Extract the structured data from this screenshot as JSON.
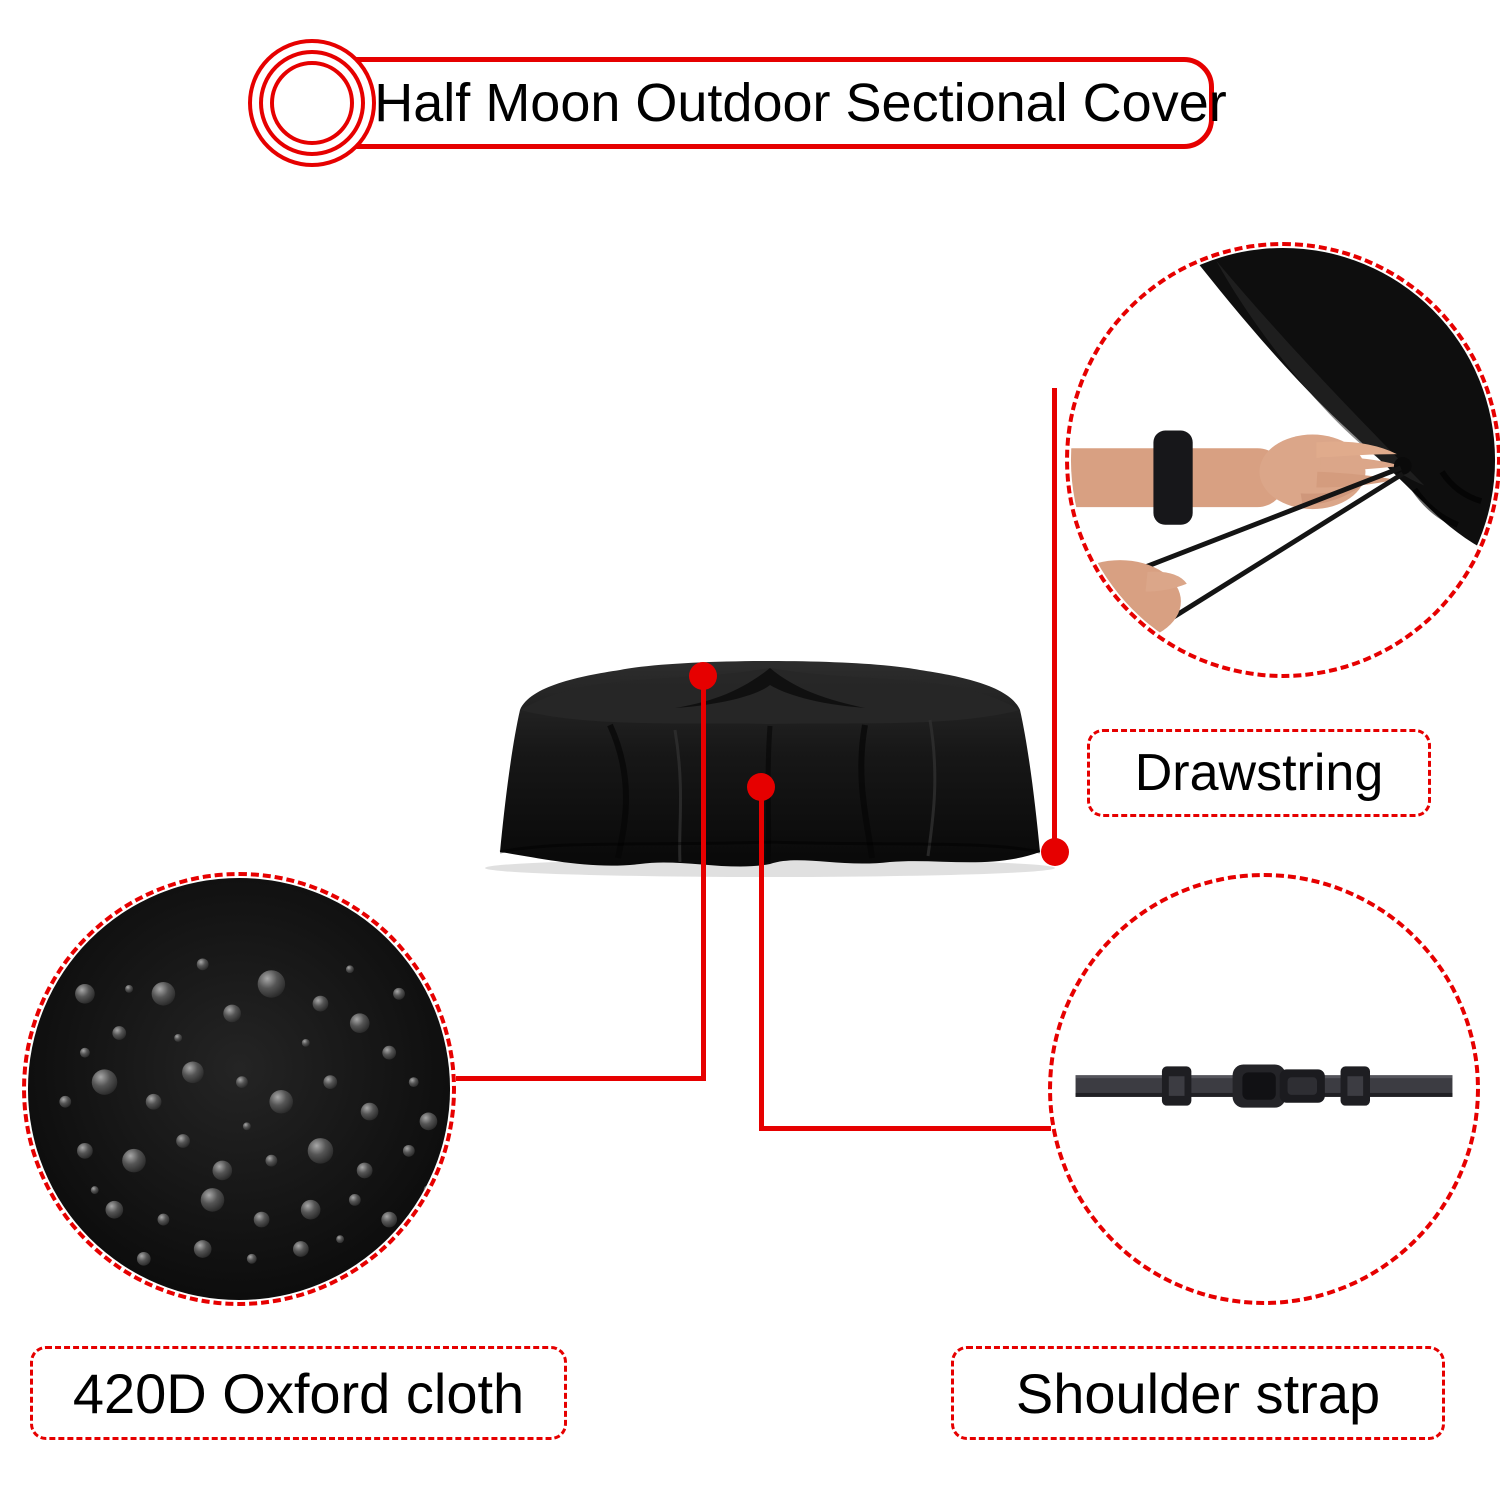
{
  "colors": {
    "accent": "#e60000",
    "text": "#000000",
    "fabric": "#111111"
  },
  "title": {
    "text": "Half Moon Outdoor Sectional Cover"
  },
  "callouts": {
    "drawstring": {
      "label": "Drawstring"
    },
    "oxford": {
      "label": "420D Oxford cloth"
    },
    "shoulder_strap": {
      "label": "Shoulder strap"
    }
  },
  "icons": {
    "rings_decoration": "concentric-red-rings",
    "product_photo": "black half-moon sectional cover",
    "drawstring_photo": "hand pulling drawstring on cover corner",
    "fabric_photo": "water droplets on black oxford fabric",
    "strap_photo": "black shoulder strap with buckle"
  }
}
